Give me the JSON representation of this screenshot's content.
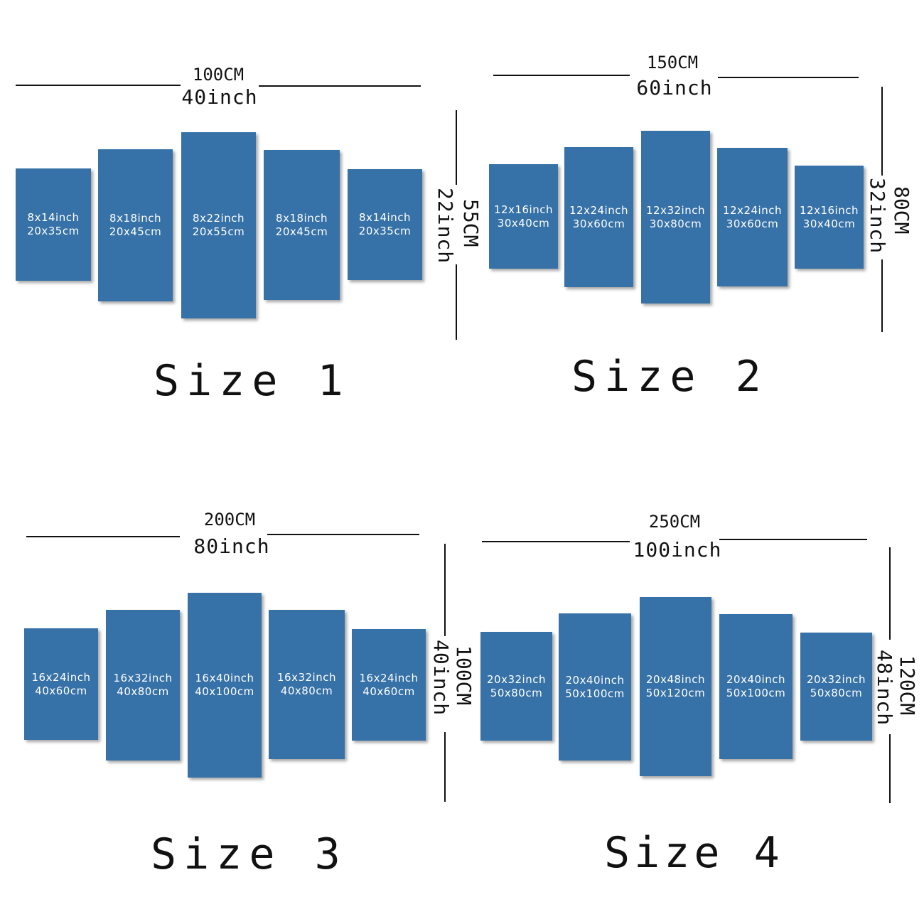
{
  "sets": [
    {
      "label": "Size 1",
      "width_cm": "100CM",
      "width_inch": "40inch",
      "height_cm": "55CM",
      "height_inch": "22inch",
      "panels": [
        {
          "inch": "8x14inch",
          "cm": "20x35cm"
        },
        {
          "inch": "8x18inch",
          "cm": "20x45cm"
        },
        {
          "inch": "8x22inch",
          "cm": "20x55cm"
        },
        {
          "inch": "8x18inch",
          "cm": "20x45cm"
        },
        {
          "inch": "8x14inch",
          "cm": "20x35cm"
        }
      ]
    },
    {
      "label": "Size 2",
      "width_cm": "150CM",
      "width_inch": "60inch",
      "height_cm": "80CM",
      "height_inch": "32inch",
      "panels": [
        {
          "inch": "12x16inch",
          "cm": "30x40cm"
        },
        {
          "inch": "12x24inch",
          "cm": "30x60cm"
        },
        {
          "inch": "12x32inch",
          "cm": "30x80cm"
        },
        {
          "inch": "12x24inch",
          "cm": "30x60cm"
        },
        {
          "inch": "12x16inch",
          "cm": "30x40cm"
        }
      ]
    },
    {
      "label": "Size 3",
      "width_cm": "200CM",
      "width_inch": "80inch",
      "height_cm": "100CM",
      "height_inch": "40inch",
      "panels": [
        {
          "inch": "16x24inch",
          "cm": "40x60cm"
        },
        {
          "inch": "16x32inch",
          "cm": "40x80cm"
        },
        {
          "inch": "16x40inch",
          "cm": "40x100cm"
        },
        {
          "inch": "16x32inch",
          "cm": "40x80cm"
        },
        {
          "inch": "16x24inch",
          "cm": "40x60cm"
        }
      ]
    },
    {
      "label": "Size 4",
      "width_cm": "250CM",
      "width_inch": "100inch",
      "height_cm": "120CM",
      "height_inch": "48inch",
      "panels": [
        {
          "inch": "20x32inch",
          "cm": "50x80cm"
        },
        {
          "inch": "20x40inch",
          "cm": "50x100cm"
        },
        {
          "inch": "20x48inch",
          "cm": "50x120cm"
        },
        {
          "inch": "20x40inch",
          "cm": "50x100cm"
        },
        {
          "inch": "20x32inch",
          "cm": "50x80cm"
        }
      ]
    }
  ],
  "colors": {
    "panel": "#3671a7",
    "panel_text": "#ffffff",
    "line": "#111111"
  }
}
